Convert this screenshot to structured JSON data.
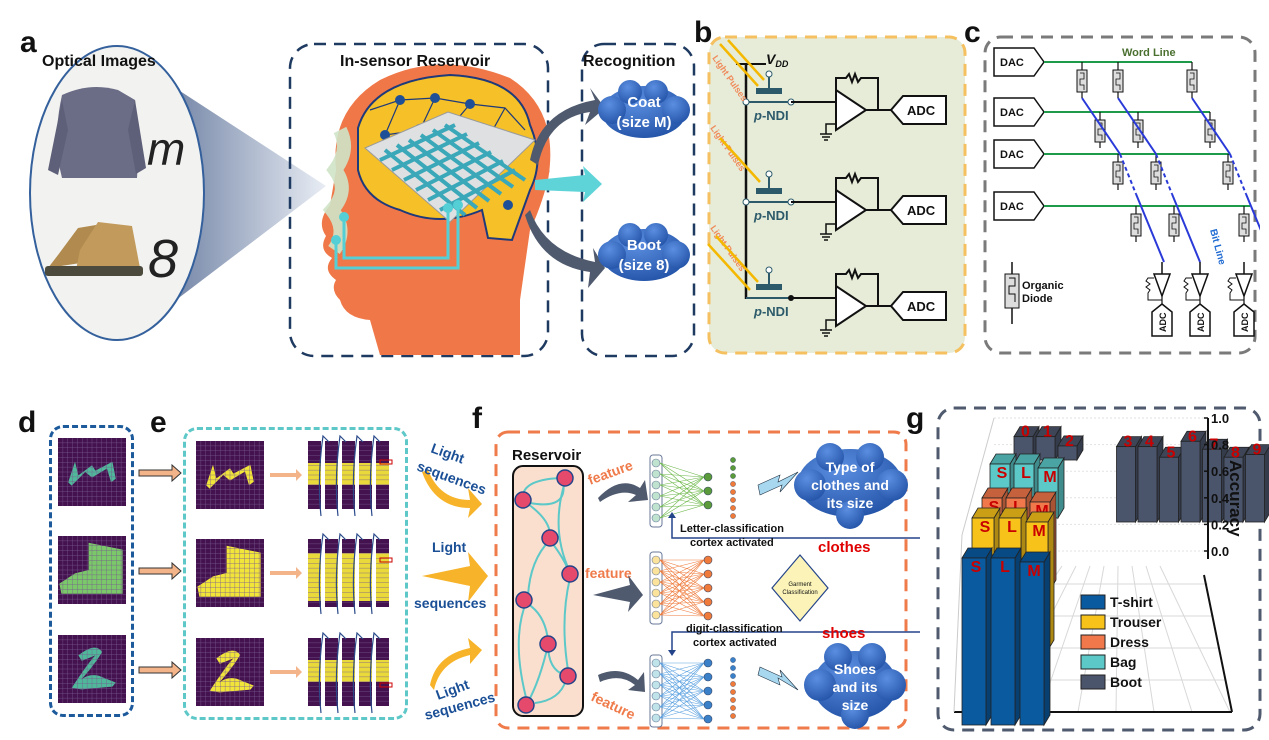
{
  "figure": {
    "panels": {
      "a": {
        "letter": "a",
        "optical_images_title": "Optical Images",
        "handwritten_letter": "m",
        "handwritten_digit": "8",
        "reservoir_title": "In-sensor Reservoir",
        "recognition_title": "Recognition",
        "outputs": [
          "Coat",
          "(size M)",
          "Boot",
          "(size 8)"
        ]
      },
      "b": {
        "letter": "b",
        "supply_label": "V",
        "supply_subscript": "DD",
        "light_label": "Light Pulses",
        "device_label_italic": "p",
        "device_label_rest": "-NDI",
        "adc_label": "ADC"
      },
      "c": {
        "letter": "c",
        "word_line_label": "Word Line",
        "bit_line_label": "Bit Line",
        "dac_label": "DAC",
        "adc_label": "ADC",
        "legend_line1": "Organic",
        "legend_line2": "Diode"
      },
      "d": {
        "letter": "d"
      },
      "e": {
        "letter": "e"
      },
      "f": {
        "letter": "f",
        "light_top": [
          "Light",
          "sequences"
        ],
        "light_mid": [
          "Light",
          "sequences"
        ],
        "light_bot": [
          "Light",
          "sequences"
        ],
        "reservoir_title": "Reservoir",
        "feature_label": "feature",
        "letter_cortex": [
          "Letter-classification",
          "cortex activated"
        ],
        "digit_cortex": [
          "digit-classification",
          "cortex activated"
        ],
        "decision": [
          "Garment",
          "Classification"
        ],
        "branch_clothes": "clothes",
        "branch_shoes": "shoes",
        "output_clothes": [
          "Type of",
          "clothes and",
          "its size"
        ],
        "output_shoes": [
          "Shoes",
          "and its",
          "size"
        ]
      },
      "g": {
        "letter": "g"
      }
    },
    "colors": {
      "navy_dash": "#1f3a60",
      "orange_head": "#f07848",
      "yellow_brain": "#f5c028",
      "cyan": "#5bc8c8",
      "cloud_blue": "#2f62b8",
      "slate_arrow": "#4f5a6e",
      "circuit_bg": "#e6ecd8",
      "yellow_dash": "#f5c060",
      "gray_dash": "#7a7a7a",
      "teal_dash": "#5ec8c8",
      "orange_dash": "#ef7a4a",
      "purple_pixel": "#44124f",
      "yellow_pixel": "#f2e53a",
      "reservoir_fill": "#fadfcf",
      "node_pink": "#e54a6c",
      "red_label": "#e00000"
    }
  },
  "chart_data": {
    "type": "bar",
    "subtype": "3d-bar",
    "title": "",
    "ylabel": "Accuracy",
    "ylim": [
      0.0,
      1.0
    ],
    "yticks": [
      "0.0",
      "0.2",
      "0.4",
      "0.6",
      "0.8",
      "1.0"
    ],
    "legend": [
      "T-shirt",
      "Trouser",
      "Dress",
      "Bag",
      "Boot"
    ],
    "legend_colors": [
      "#0a5aa0",
      "#f7c21a",
      "#f0784a",
      "#5cc8c8",
      "#4a546a"
    ],
    "legend_placement": "bottom-right",
    "series": [
      {
        "name": "T-shirt",
        "categories": [
          "S",
          "L",
          "M"
        ],
        "values": [
          0.88,
          0.88,
          0.86
        ]
      },
      {
        "name": "Trouser",
        "categories": [
          "S",
          "L",
          "M"
        ],
        "values": [
          0.86,
          0.86,
          0.84
        ]
      },
      {
        "name": "Dress",
        "categories": [
          "S",
          "L",
          "M"
        ],
        "values": [
          0.86,
          0.86,
          0.84
        ]
      },
      {
        "name": "Bag",
        "categories": [
          "S",
          "L",
          "M"
        ],
        "values": [
          0.88,
          0.88,
          0.86
        ]
      },
      {
        "name": "Boot",
        "categories": [
          "0",
          "1",
          "2",
          "3",
          "4",
          "5",
          "6",
          "7",
          "8",
          "9"
        ],
        "values": [
          0.92,
          0.92,
          0.85,
          0.86,
          0.86,
          0.78,
          0.9,
          0.84,
          0.78,
          0.8
        ]
      }
    ]
  }
}
